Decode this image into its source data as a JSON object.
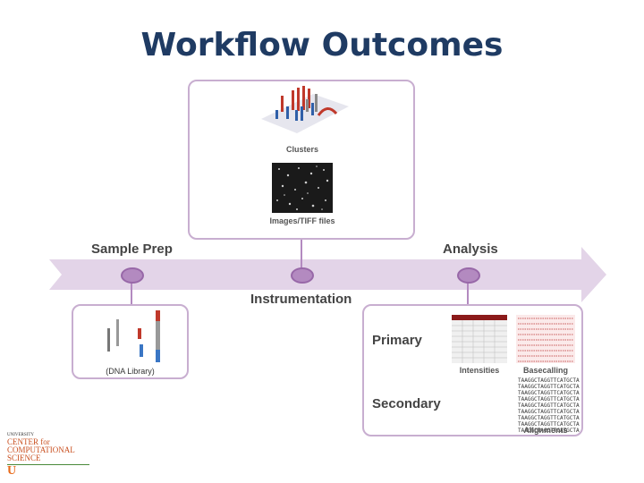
{
  "title": "Workflow Outcomes",
  "timeline": {
    "stages": [
      "Sample Prep",
      "Instrumentation",
      "Analysis"
    ]
  },
  "top_box": {
    "clusters_label": "Clusters",
    "images_label": "Images/TIFF files"
  },
  "left_box": {
    "caption": "(DNA Library)"
  },
  "right_box": {
    "primary_label": "Primary",
    "secondary_label": "Secondary",
    "intensities_label": "Intensities",
    "basecalling_label": "Basecalling",
    "alignments_label": "Alignments",
    "alignment_lines": [
      "TAAGGCTAGGTTCATGCTA",
      "TAAGGCTAGGTTCATGCTA",
      "TAAGGCTAGGTTCATGCTA",
      "TAAGGCTAGGTTCATGCTA",
      "TAAGGCTAGGTTCATGCTA",
      "TAAGGCTAGGTTCATGCTA",
      "TAAGGCTAGGTTCATGCTA",
      "TAAGGCTAGGTTCATGCTA",
      "TAAGGCTAGGTTCATGCTA"
    ]
  },
  "logo": {
    "line1": "UNIVERSITY",
    "line2": "CENTER for",
    "line3": "COMPUTATIONAL",
    "line4": "SCIENCE",
    "mark": "U"
  },
  "colors": {
    "arrow": "#e3d4e8",
    "accent": "#b38ac0",
    "title": "#1f3b63"
  }
}
